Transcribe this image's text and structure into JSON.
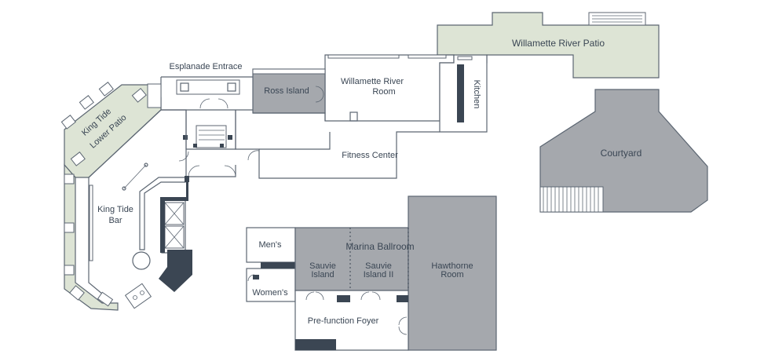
{
  "map": {
    "labels": {
      "willamette_river_patio": "Willamette River Patio",
      "esplanade_entrace": "Esplanade Entrace",
      "ross_island": "Ross Island",
      "willamette_river_room_line1": "Willamette River",
      "willamette_river_room_line2": "Room",
      "kitchen": "Kitchen",
      "king_tide_lower_patio_line1": "King Tide",
      "king_tide_lower_patio_line2": "Lower Patio",
      "fitness_center": "Fitness Center",
      "courtyard": "Courtyard",
      "king_tide_bar_line1": "King Tide",
      "king_tide_bar_line2": "Bar",
      "mens": "Men's",
      "womens": "Women's",
      "marina_ballroom": "Marina Ballroom",
      "sauvie_island_line1": "Sauvie",
      "sauvie_island_line2": "Island",
      "sauvie_island_ii_line1": "Sauvie",
      "sauvie_island_ii_line2": "Island II",
      "hawthorne_room_line1": "Hawthorne",
      "hawthorne_room_line2": "Room",
      "prefunction_foyer": "Pre-function Foyer"
    },
    "colors": {
      "green_space": "#dde4d5",
      "gray_room": "#a5a8ad",
      "dark_wall": "#3b4653",
      "outline": "#5c6672",
      "text": "#3a4654"
    }
  }
}
